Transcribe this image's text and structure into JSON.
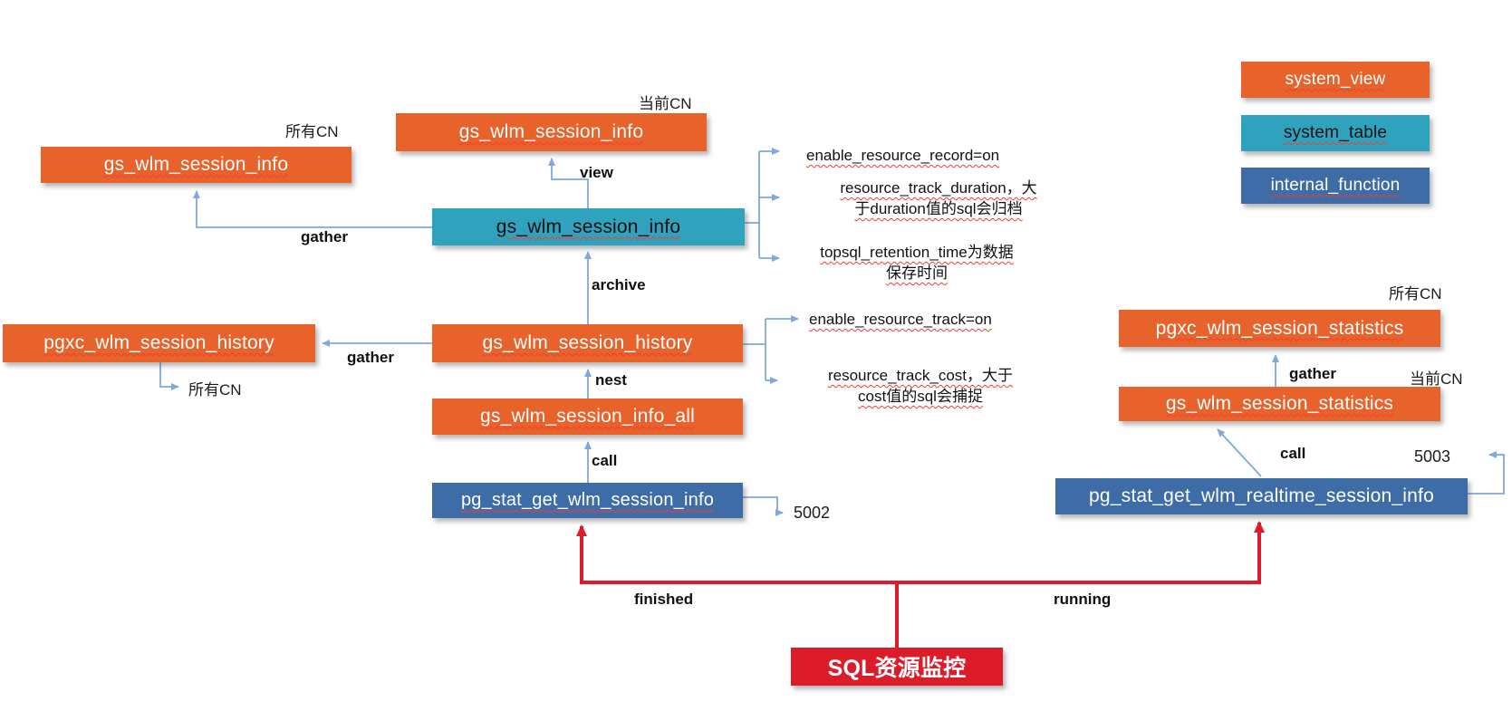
{
  "legend": {
    "items": [
      {
        "label": "system_view"
      },
      {
        "label": "system_table"
      },
      {
        "label": "internal_function"
      }
    ]
  },
  "nodes": {
    "top_left_view": {
      "label": "gs_wlm_session_info",
      "note": "所有CN"
    },
    "top_center_view": {
      "label": "gs_wlm_session_info",
      "note": "当前CN"
    },
    "info_table": {
      "label": "gs_wlm_session_info"
    },
    "history_view": {
      "label": "gs_wlm_session_history"
    },
    "pgxc_history_view": {
      "label": "pgxc_wlm_session_history",
      "note": "所有CN"
    },
    "info_all_view": {
      "label": "gs_wlm_session_info_all"
    },
    "session_info_fn": {
      "label": "pg_stat_get_wlm_session_info",
      "port": "5002"
    },
    "pgxc_statistics_view": {
      "label": "pgxc_wlm_session_statistics",
      "note": "所有CN"
    },
    "statistics_view": {
      "label": "gs_wlm_session_statistics",
      "note": "当前CN"
    },
    "realtime_fn": {
      "label": "pg_stat_get_wlm_realtime_session_info",
      "port": "5003"
    },
    "sql_monitor": {
      "label": "SQL资源监控"
    }
  },
  "edge_labels": {
    "gather_top": "gather",
    "view": "view",
    "archive": "archive",
    "gather_mid": "gather",
    "nest": "nest",
    "call_left": "call",
    "gather_right": "gather",
    "call_right": "call",
    "finished": "finished",
    "running": "running"
  },
  "annotations": {
    "record_on": {
      "lines": [
        "enable_resource_record=on"
      ]
    },
    "track_duration": {
      "lines": [
        "resource_track_duration，大",
        "于duration值的sql会归档"
      ]
    },
    "retention_time": {
      "lines": [
        "topsql_retention_time为数据",
        "保存时间"
      ]
    },
    "track_on": {
      "lines": [
        "enable_resource_track=on"
      ]
    },
    "track_cost": {
      "lines": [
        "resource_track_cost，大于",
        "cost值的sql会捕捉"
      ]
    }
  },
  "colors": {
    "system_view": "#E8632C",
    "system_table": "#2FA3BE",
    "internal_function": "#3D6CA6",
    "monitor_red": "#DD1C2A",
    "connector_blue": "#7FA8DC"
  }
}
